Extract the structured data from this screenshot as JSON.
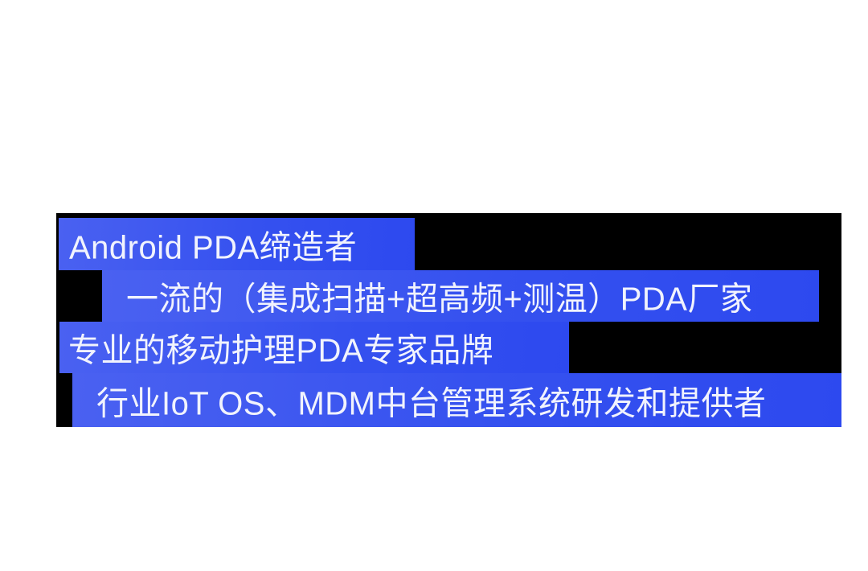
{
  "theme": {
    "panel_color": "#000000",
    "highlight_color": "#3551ef",
    "highlight_light": "#4a61f1",
    "highlight_dark": "#2d49ef",
    "text_color": "#f1f3fd",
    "page_background": "#ffffff"
  },
  "hero": {
    "lines": [
      {
        "text": "Android PDA缔造者"
      },
      {
        "text": "一流的（集成扫描+超高频+测温）PDA厂家"
      },
      {
        "text": "专业的移动护理PDA专家品牌"
      },
      {
        "text": "行业IoT OS、MDM中台管理系统研发和提供者"
      }
    ]
  }
}
